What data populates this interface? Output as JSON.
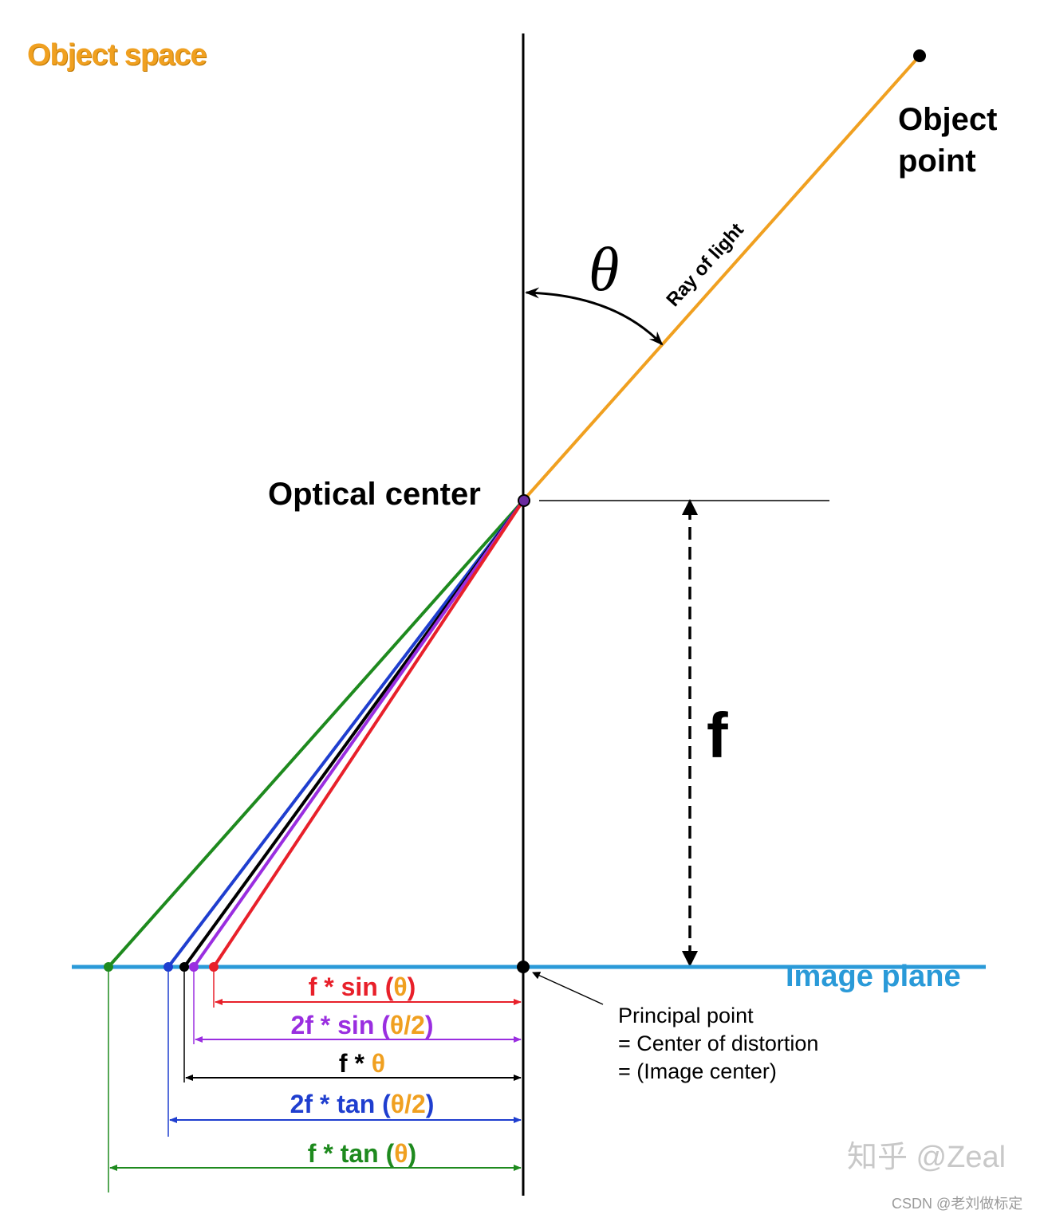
{
  "labels": {
    "object_space": "Object space",
    "object_point_line1": "Object",
    "object_point_line2": "point",
    "theta": "θ",
    "ray_of_light": "Ray of light",
    "optical_center": "Optical center",
    "focal": "f",
    "image_plane": "Image plane",
    "principal_line1": "Principal point",
    "principal_line2": "= Center of distortion",
    "principal_line3": "= (Image center)",
    "watermark": "知乎 @Zeal",
    "csdn": "CSDN @老刘做标定"
  },
  "projections": [
    {
      "id": "f-sin",
      "model": "f * sin (θ)",
      "pre": "f * sin (",
      "mid": "θ",
      "post": ")",
      "color": "#e8202a",
      "paren_color": "#f0a020"
    },
    {
      "id": "f-2sin",
      "model": "2f * sin (θ/2)",
      "pre": "2f * sin (",
      "mid": "θ/2",
      "post": ")",
      "color": "#9a2ee0",
      "paren_color": "#f0a020"
    },
    {
      "id": "f-theta",
      "model": "f * θ",
      "pre": "f * ",
      "mid": "θ",
      "post": "",
      "color": "#000000",
      "paren_color": "#f0a020"
    },
    {
      "id": "f-2tan",
      "model": "2f * tan (θ/2)",
      "pre": "2f * tan (",
      "mid": "θ/2",
      "post": ")",
      "color": "#1f3ecf",
      "paren_color": "#f0a020"
    },
    {
      "id": "f-tan",
      "model": "f * tan (θ)",
      "pre": "f * tan (",
      "mid": "θ",
      "post": ")",
      "color": "#1e8a1e",
      "paren_color": "#f0a020"
    }
  ],
  "colors": {
    "ray": "#f0a020",
    "image_plane": "#2a9ad8",
    "axis": "#000000"
  }
}
